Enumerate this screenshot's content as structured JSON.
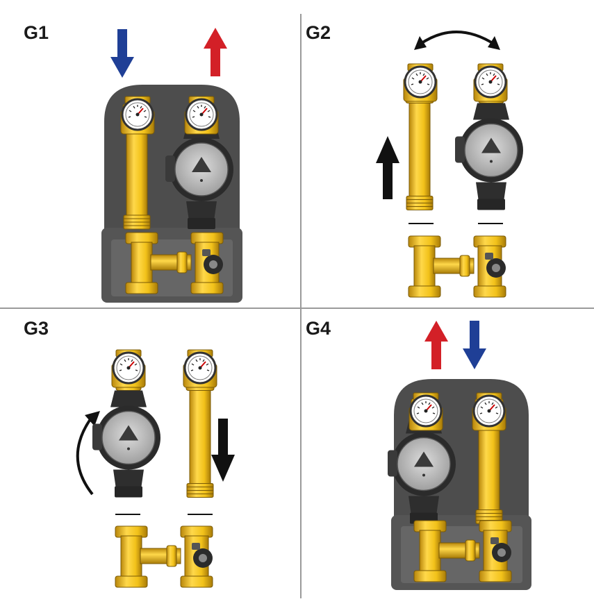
{
  "panels": [
    {
      "label": "G1"
    },
    {
      "label": "G2"
    },
    {
      "label": "G3"
    },
    {
      "label": "G4"
    }
  ],
  "colors": {
    "brass": "#f2c21a",
    "brass_dark": "#b38a0c",
    "insulation": "#4a4a4a",
    "pump": "#2b2b2b",
    "pump_face": "#bdbdbd",
    "flow_in": "#1f3f96",
    "flow_out": "#d32027",
    "direction": "#111111",
    "divider": "#9a9a9a"
  },
  "icons": {
    "cold_arrow": "arrow-down-blue-icon",
    "hot_arrow": "arrow-up-red-icon",
    "rotate": "curved-double-arrow-icon",
    "move": "straight-arrow-icon"
  }
}
